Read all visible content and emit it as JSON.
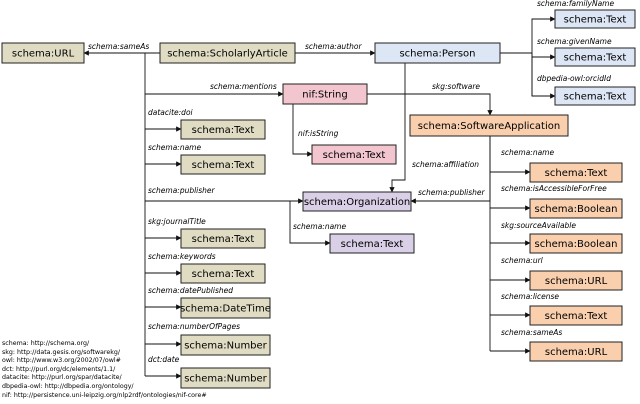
{
  "colors": {
    "tan": "#e0dcc3",
    "blue": "#dde6f4",
    "pink": "#f2c5cf",
    "orange": "#f9cfae",
    "lavender": "#d9cfe6",
    "line": "#111111"
  },
  "nodes": {
    "url": {
      "label": "schema:URL",
      "color": "tan"
    },
    "article": {
      "label": "schema:ScholarlyArticle",
      "color": "tan"
    },
    "person": {
      "label": "schema:Person",
      "color": "blue"
    },
    "familyName": {
      "label": "schema:Text",
      "color": "blue"
    },
    "givenName": {
      "label": "schema:Text",
      "color": "blue"
    },
    "orcid": {
      "label": "schema:Text",
      "color": "blue"
    },
    "nifString": {
      "label": "nif:String",
      "color": "pink"
    },
    "nifText": {
      "label": "schema:Text",
      "color": "pink"
    },
    "software": {
      "label": "schema:SoftwareApplication",
      "color": "orange"
    },
    "doi": {
      "label": "schema:Text",
      "color": "tan"
    },
    "name": {
      "label": "schema:Text",
      "color": "tan"
    },
    "organization": {
      "label": "schema:Organization",
      "color": "lavender"
    },
    "orgName": {
      "label": "schema:Text",
      "color": "lavender"
    },
    "journal": {
      "label": "schema:Text",
      "color": "tan"
    },
    "keywords": {
      "label": "schema:Text",
      "color": "tan"
    },
    "date": {
      "label": "schema:DateTime",
      "color": "tan"
    },
    "pages": {
      "label": "schema:Number",
      "color": "tan"
    },
    "dctdate": {
      "label": "schema:Number",
      "color": "tan"
    },
    "swName": {
      "label": "schema:Text",
      "color": "orange"
    },
    "swFree": {
      "label": "schema:Boolean",
      "color": "orange"
    },
    "swSource": {
      "label": "schema:Boolean",
      "color": "orange"
    },
    "swUrl": {
      "label": "schema:URL",
      "color": "orange"
    },
    "swLicense": {
      "label": "schema:Text",
      "color": "orange"
    },
    "swSameAs": {
      "label": "schema:URL",
      "color": "orange"
    }
  },
  "edge_labels": {
    "sameAs": "schema:sameAs",
    "author": "schema:author",
    "familyName": "schema:familyName",
    "givenName": "schema:givenName",
    "orcid": "dbpedia-owl:orcidId",
    "mentions": "schema:mentions",
    "software": "skg:software",
    "isString": "nif:isString",
    "doi": "datacite:doi",
    "name": "schema:name",
    "affiliation": "schema:affiliation",
    "publisher": "schema:publisher",
    "swPublisher": "schema:publisher",
    "orgName": "schema:name",
    "journal": "skg:journalTitle",
    "keywords": "schema:keywords",
    "date": "schema:datePublished",
    "pages": "schema:numberOfPages",
    "dctdate": "dct:date",
    "swName": "schema:name",
    "swFree": "schema:isAccessibleForFree",
    "swSource": "skg:sourceAvailable",
    "swUrl": "schema:url",
    "swLicense": "schema:license",
    "swSameAs": "schema:sameAs"
  },
  "namespaces": [
    "schema: http://schema.org/",
    "skg: http://data.gesis.org/softwarekg/",
    "owl: http://www.w3.org/2002/07/owl#",
    "dct: http://purl.org/dc/elements/1.1/",
    "datacite: http://purl.org/spar/datacite/",
    "dbpedia-owl: http://dbpedia.org/ontology/",
    "nif: http://persistence.uni-leipzig.org/nlp2rdf/ontologies/nif-core#"
  ]
}
